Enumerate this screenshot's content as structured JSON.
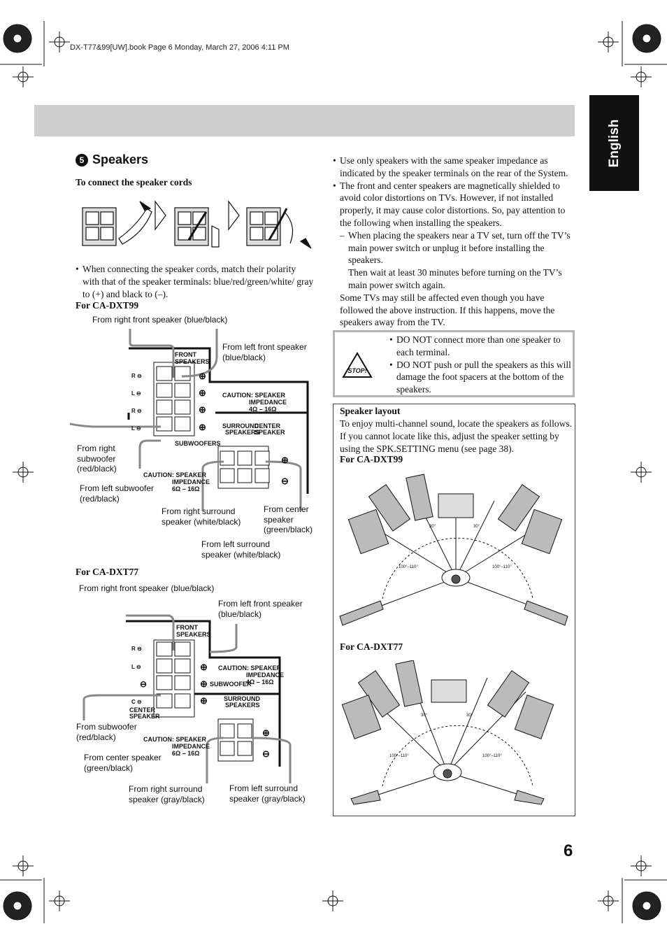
{
  "header": "DX-T77&99[UW].book  Page 6  Monday, March 27, 2006  4:11 PM",
  "language_tab": "English",
  "section": {
    "number": "5",
    "title": "Speakers"
  },
  "connect_heading": "To connect the speaker cords",
  "polarity_bullet": "When connecting the speaker cords, match their polarity with that of the speaker terminals: blue/red/green/white/ gray to (+) and black to (–).",
  "dxt99": {
    "heading": "For CA-DXT99",
    "from_right_front": "From right front speaker (blue/black)",
    "from_left_front": "From left front speaker (blue/black)",
    "from_right_sub": "From right subwoofer (red/black)",
    "from_left_sub": "From left subwoofer (red/black)",
    "from_right_surround": "From right surround speaker (white/black)",
    "from_center": "From center speaker (green/black)",
    "from_left_surround": "From left surround speaker (white/black)",
    "panel": {
      "front_speakers": "FRONT SPEAKERS",
      "caution1": "CAUTION: SPEAKER IMPEDANCE 4Ω – 16Ω",
      "surround": "SURROUND SPEAKERS",
      "center": "CENTER SPEAKER",
      "subwoofers": "SUBWOOFERS",
      "caution2": "CAUTION: SPEAKER IMPEDANCE 6Ω – 16Ω"
    }
  },
  "dxt77": {
    "heading": "For CA-DXT77",
    "from_right_front": "From right front speaker (blue/black)",
    "from_left_front": "From left front speaker (blue/black)",
    "from_sub": "From subwoofer (red/black)",
    "from_center": "From center speaker (green/black)",
    "from_right_surround": "From right surround speaker (gray/black)",
    "from_left_surround": "From left surround speaker (gray/black)",
    "panel": {
      "front_speakers": "FRONT SPEAKERS",
      "caution1": "CAUTION: SPEAKER IMPEDANCE 4Ω – 16Ω",
      "subwoofer": "SUBWOOFER",
      "center": "CENTER SPEAKER",
      "surround": "SURROUND SPEAKERS",
      "caution2": "CAUTION: SPEAKER IMPEDANCE 6Ω – 16Ω"
    }
  },
  "right_col": {
    "bullet1": "Use only speakers with the same speaker impedance as indicated by the speaker terminals on the rear of the System.",
    "bullet2": "The front and center speakers are magnetically shielded to avoid color distortions on TVs. However, if not installed properly, it may cause color distortions. So, pay attention to the following when installing the speakers.",
    "dash1": "When placing the speakers near a TV set, turn off the TV’s main power switch or unplug it before installing the speakers.",
    "dash1_cont": "Then wait at least 30 minutes before turning on the TV’s main power switch again.",
    "note": "Some TVs may still be affected even though you have followed the above instruction. If this happens, move the speakers away from the TV."
  },
  "caution": {
    "icon_text": "STOP!",
    "item1": "DO NOT connect more than one speaker to each terminal.",
    "item2": "DO NOT push or pull the speakers as this will damage the foot spacers at the bottom of the speakers."
  },
  "layout": {
    "heading": "Speaker layout",
    "text": "To enjoy multi-channel sound, locate the speakers as follows. If you cannot locate like this, adjust the speaker setting by using the SPK.SETTING menu (see page 38).",
    "dxt99": "For CA-DXT99",
    "dxt77": "For CA-DXT77",
    "angle_front": "30°",
    "angle_side": "100°–110°"
  },
  "page_number": "6"
}
